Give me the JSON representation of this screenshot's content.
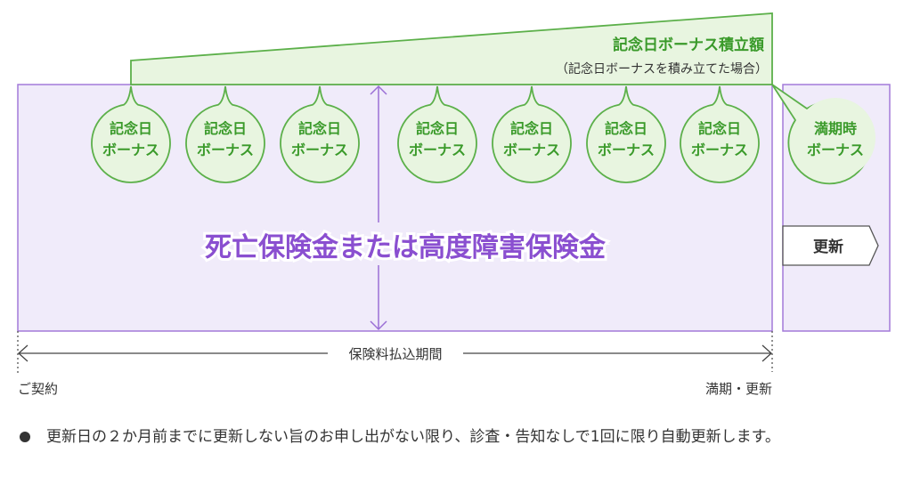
{
  "diagram": {
    "accumulation": {
      "title": "記念日ボーナス積立額",
      "subtitle": "（記念日ボーナスを積み立てた場合）"
    },
    "anniversary_bonuses": [
      {
        "line1": "記念日",
        "line2": "ボーナス"
      },
      {
        "line1": "記念日",
        "line2": "ボーナス"
      },
      {
        "line1": "記念日",
        "line2": "ボーナス"
      },
      {
        "line1": "記念日",
        "line2": "ボーナス"
      },
      {
        "line1": "記念日",
        "line2": "ボーナス"
      },
      {
        "line1": "記念日",
        "line2": "ボーナス"
      },
      {
        "line1": "記念日",
        "line2": "ボーナス"
      }
    ],
    "maturity_bonus": {
      "line1": "満期時",
      "line2": "ボーナス"
    },
    "main_benefit": "死亡保険金または高度障害保険金",
    "renewal_label": "更新",
    "period_label": "保険料払込期間",
    "start_label": "ご契約",
    "end_label": "満期・更新",
    "colors": {
      "green": "#5cb04a",
      "green_text": "#3a9a2a",
      "green_fill": "#e8f5e0",
      "purple": "#9b6fd6",
      "purple_text": "#8a4fd0",
      "purple_fill": "#f0ebfa"
    }
  },
  "notes": [
    "更新日の２か月前までに更新しない旨のお申し出がない限り、診査・告知なしで1回に限り自動更新します。"
  ]
}
